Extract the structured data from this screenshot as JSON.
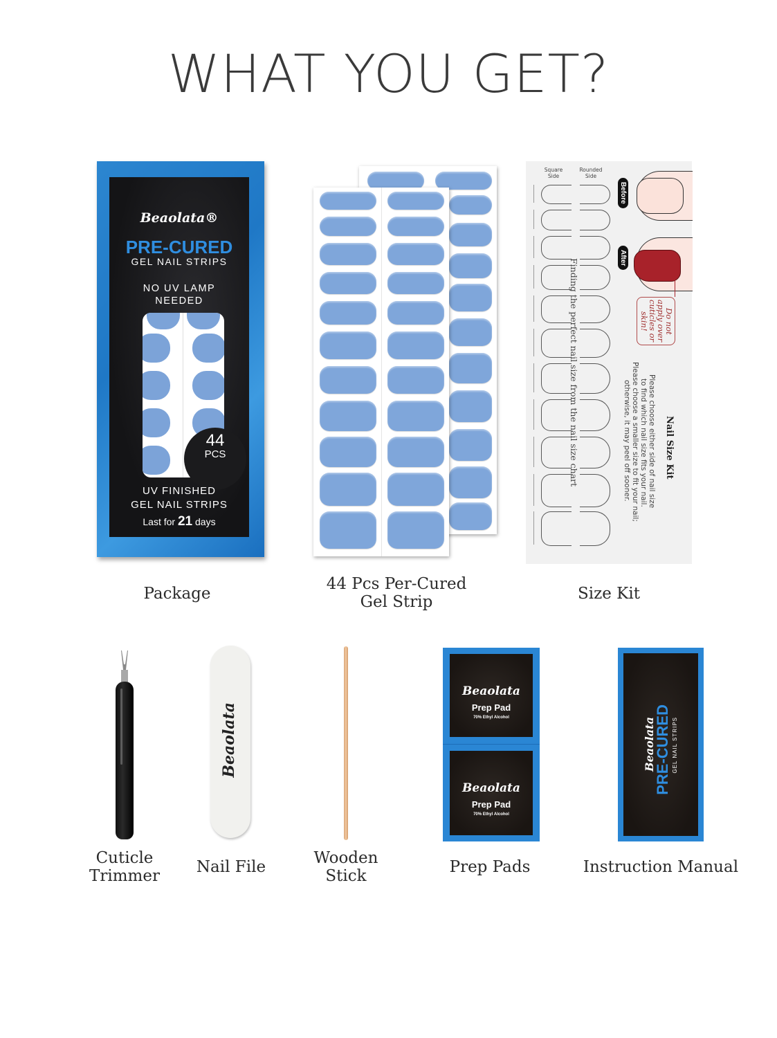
{
  "header": {
    "title": "WHAT YOU GET?"
  },
  "colors": {
    "brand_blue": "#2a86d4",
    "nail_blue": "#7fa6da",
    "box_black": "#151517",
    "after_nail_red": "#a8222a",
    "background": "#ffffff"
  },
  "items": {
    "package": {
      "caption": "Package",
      "brand": "Beaolata®",
      "headline": "PRE-CURED",
      "subline": "GEL NAIL STRIPS",
      "claim_line1": "NO UV LAMP",
      "claim_line2": "NEEDED",
      "count_number": "44",
      "count_unit": "PCS",
      "finish_line1": "UV FINISHED",
      "finish_line2": "GEL NAIL STRIPS",
      "last_prefix": "Last for",
      "last_days": "21",
      "last_suffix": "days"
    },
    "gel_strip": {
      "caption_line1": "44 Pcs Per-Cured",
      "caption_line2": "Gel Strip"
    },
    "size_kit": {
      "caption": "Size Kit",
      "col_square_line1": "Square",
      "col_square_line2": "Side",
      "col_rounded_line1": "Rounded",
      "col_rounded_line2": "Side",
      "before_label": "Before",
      "after_label": "After",
      "center_text": "Finding the perfect nail size from the nail size chart",
      "warning": "Do not apply over cuticles or skin!",
      "kit_title": "Nail Size Kit",
      "instruction_line1": "Please choose either side of nail size",
      "instruction_line2": "to find which nail size fits your nail.",
      "instruction_line3": "Please choose a smaller size to fit your nail;",
      "instruction_line4": "otherwise, it may peel off sooner."
    },
    "cuticle_trimmer": {
      "caption_line1": "Cuticle",
      "caption_line2": "Trimmer"
    },
    "nail_file": {
      "caption": "Nail File",
      "brand": "Beaolata"
    },
    "wooden_stick": {
      "caption_line1": "Wooden",
      "caption_line2": "Stick"
    },
    "prep_pads": {
      "caption": "Prep Pads",
      "pads": [
        {
          "brand": "Beaolata",
          "title": "Prep Pad",
          "subtitle": "70% Ethyl Alcohol"
        },
        {
          "brand": "Beaolata",
          "title": "Prep Pad",
          "subtitle": "70% Ethyl Alcohol"
        }
      ]
    },
    "instruction_manual": {
      "caption": "Instruction Manual",
      "brand": "Beaolata",
      "headline": "PRE-CURED",
      "subline": "GEL NAIL STRIPS"
    }
  }
}
